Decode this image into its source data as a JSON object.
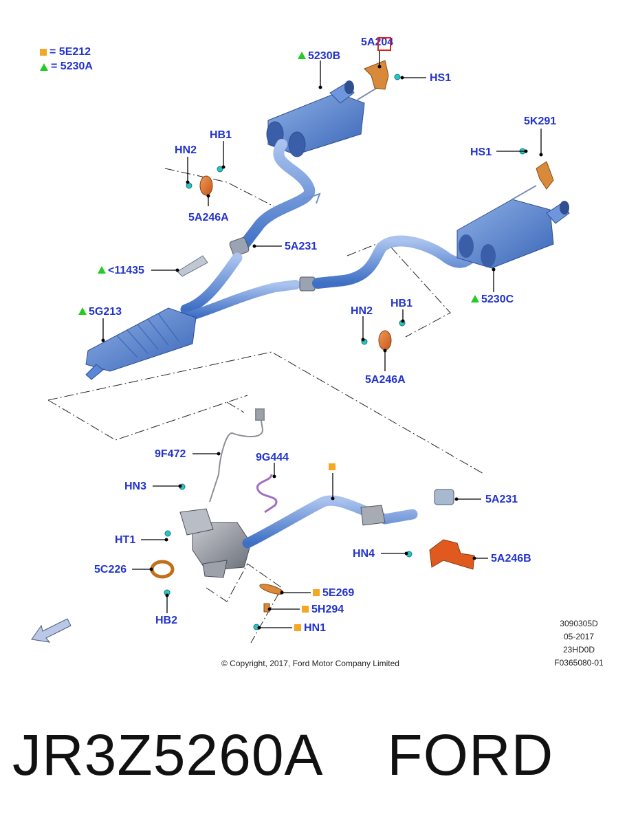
{
  "legend": [
    {
      "marker": "square",
      "color": "#f5a623",
      "text": "= 5E212"
    },
    {
      "marker": "triangle",
      "color": "#22cc22",
      "text": "= 5230A"
    }
  ],
  "labels": {
    "l5a204": "5A204",
    "l5230b": "5230B",
    "hs1_top": "HS1",
    "hb1_left": "HB1",
    "hn2_left": "HN2",
    "l5a246a_top": "5A246A",
    "l5k291": "5K291",
    "hs1_right": "HS1",
    "l5a231_top": "5A231",
    "l11435": "<11435",
    "l5g213": "5G213",
    "l5230c": "5230C",
    "hn2_right": "HN2",
    "hb1_right": "HB1",
    "l5a246a_right": "5A246A",
    "l9f472": "9F472",
    "l9g444": "9G444",
    "hn3": "HN3",
    "ht1": "HT1",
    "l5c226": "5C226",
    "hb2": "HB2",
    "l5a231_bottom": "5A231",
    "hn4": "HN4",
    "l5a246b": "5A246B",
    "l5e269": "5E269",
    "l5h294": "5H294",
    "hn1": "HN1"
  },
  "meta": {
    "line1": "3090305D",
    "line2": "05-2017",
    "line3": "23HD0D",
    "line4": "F0365080-01"
  },
  "copyright": "© Copyright, 2017, Ford Motor Company Limited",
  "caption": "JR3Z5260A    FORD",
  "colors": {
    "label_blue": "#2233cc",
    "pipe_blue": "#5a86d6",
    "muffler_blue": "#4f7fd0",
    "hanger_orange": "#e0702a",
    "bracket_orange": "#d9893a",
    "cat_gray": "#8a8e96",
    "legend_square": "#f5a623",
    "legend_triangle": "#22cc22",
    "highlight_red": "#e02020"
  }
}
